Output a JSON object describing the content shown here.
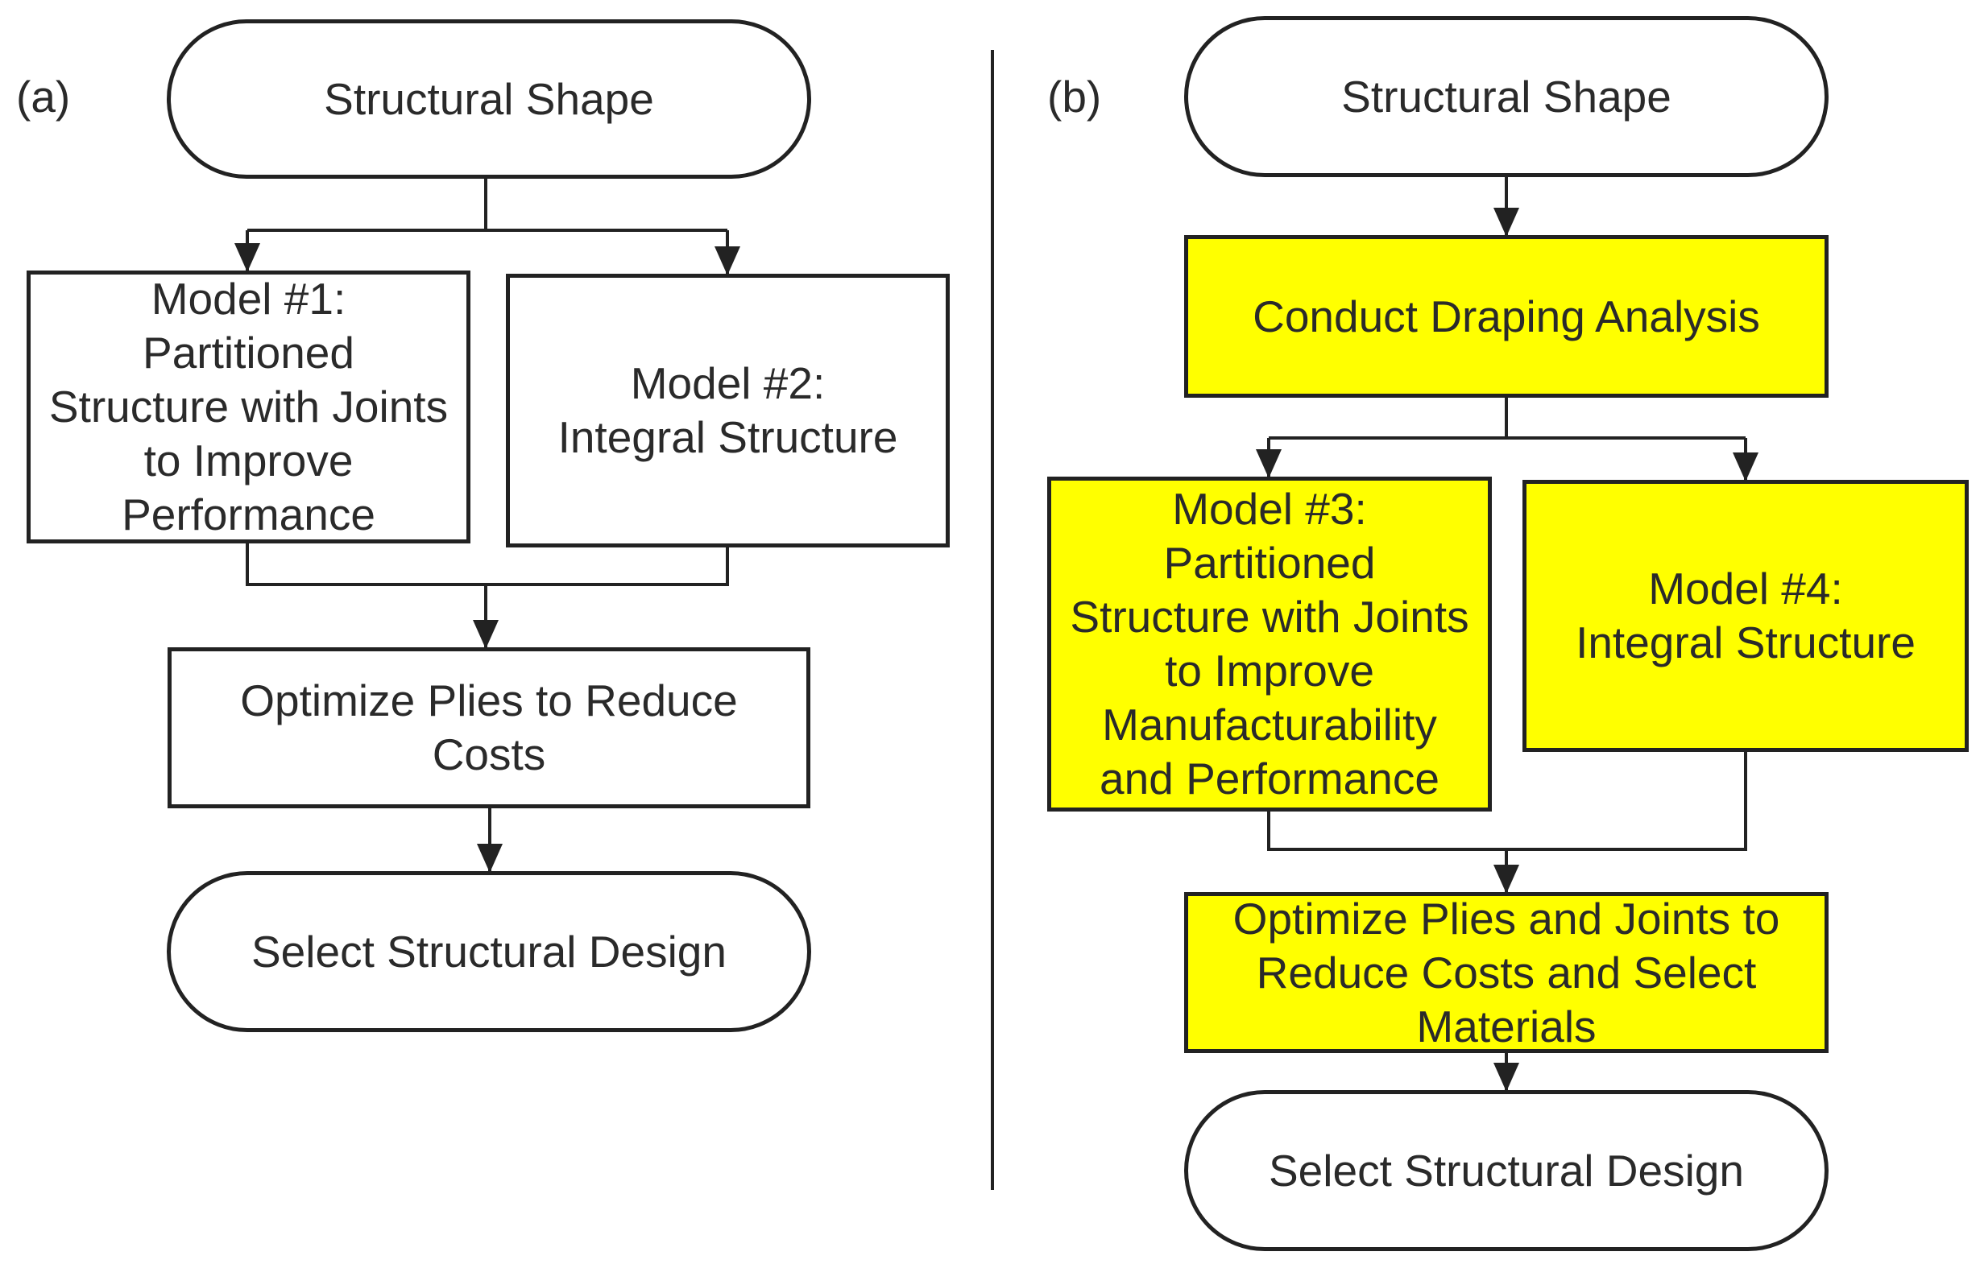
{
  "colors": {
    "highlight": "#ffff00",
    "stroke": "#222222",
    "text": "#2a2a2a",
    "background": "#ffffff"
  },
  "panel_a": {
    "label": "(a)",
    "start": "Structural Shape",
    "model_1": "Model #1:\nPartitioned\nStructure with Joints\nto Improve\nPerformance",
    "model_2": "Model #2:\nIntegral Structure",
    "optimize": "Optimize Plies to Reduce\nCosts",
    "end": "Select Structural Design"
  },
  "panel_b": {
    "label": "(b)",
    "start": "Structural Shape",
    "draping": "Conduct Draping Analysis",
    "model_3": "Model #3:\nPartitioned\nStructure with Joints\nto Improve\nManufacturability\nand Performance",
    "model_4": "Model #4:\nIntegral Structure",
    "optimize": "Optimize Plies and Joints to\nReduce Costs and Select\nMaterials",
    "end": "Select Structural Design"
  }
}
